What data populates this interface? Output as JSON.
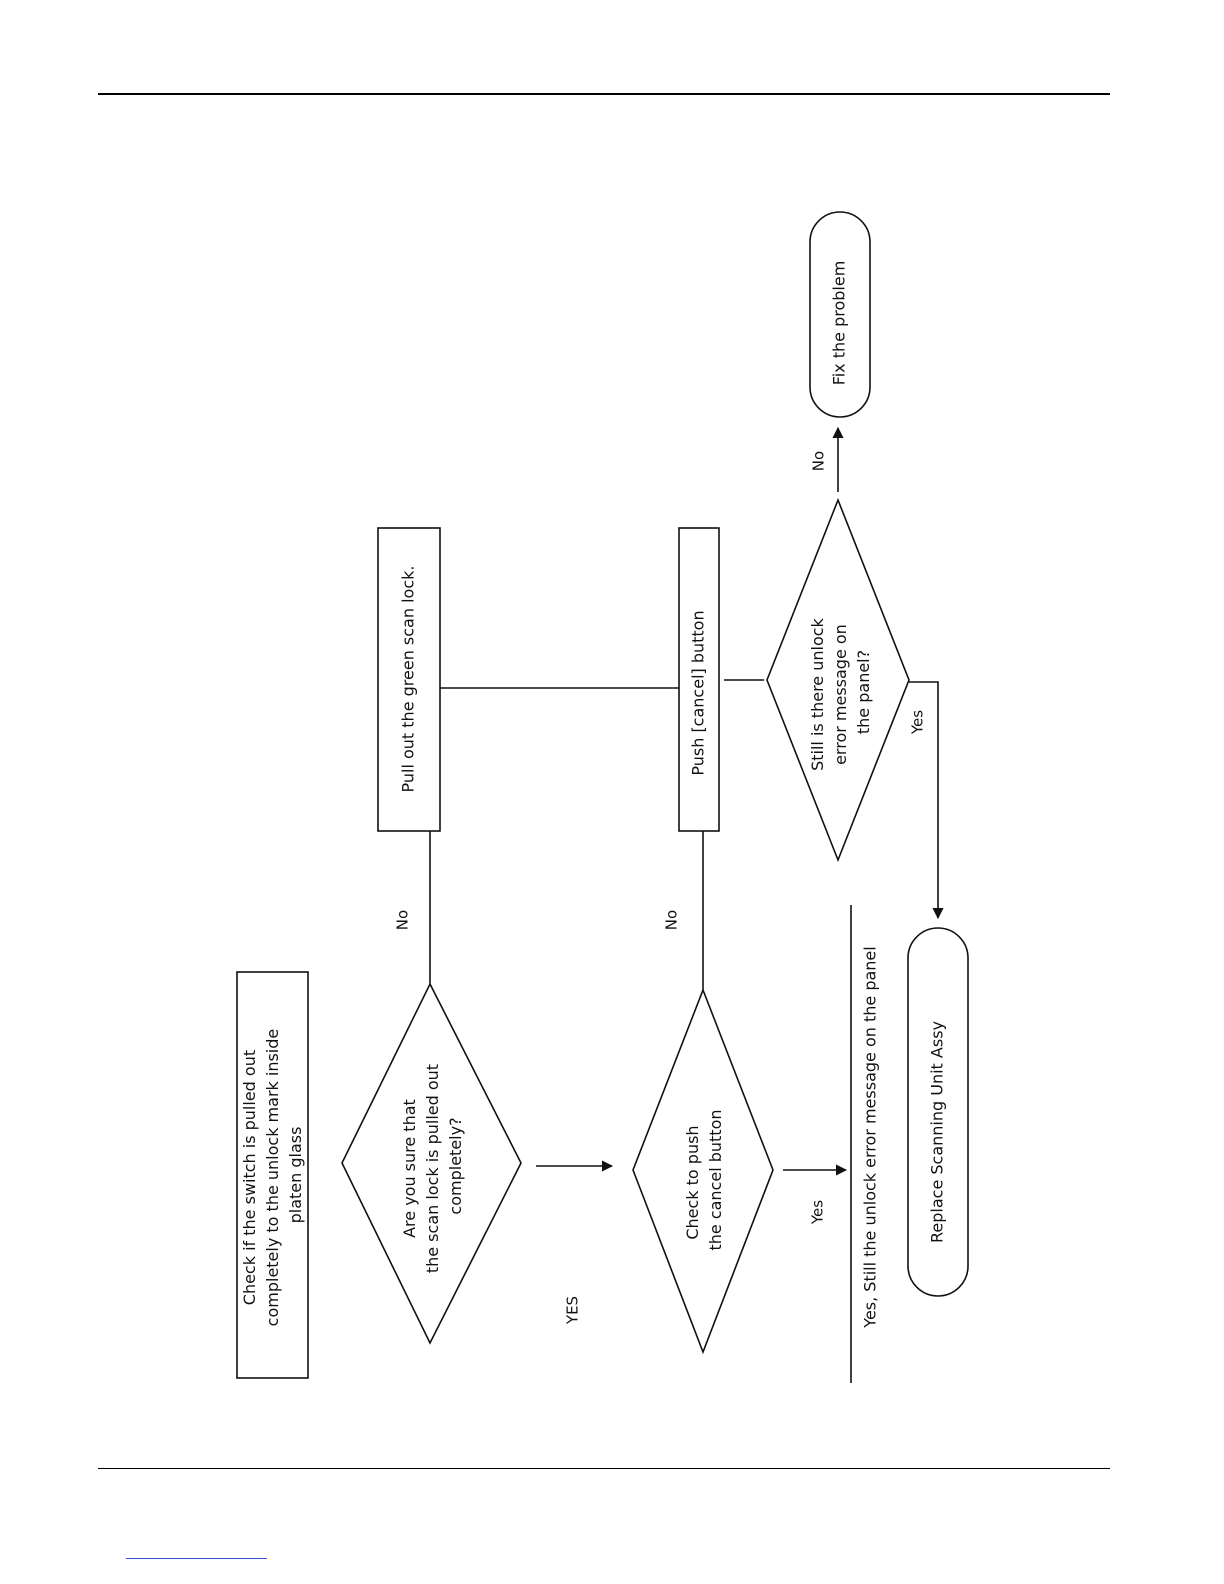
{
  "nodes": {
    "check_switch": [
      "Check if the switch is pulled out",
      "completely to the unlock mark inside",
      "platen glass"
    ],
    "sure_lock": [
      "Are you sure that",
      "the scan lock is pulled out",
      "completely?"
    ],
    "pull_lock": "Pull out the green scan lock.",
    "check_push": [
      "Check to push",
      "the cancel button"
    ],
    "push_cancel": "Push [cancel] button",
    "still_error": [
      "Still is there unlock",
      "error message on",
      "the panel?"
    ],
    "fix_problem": "Fix the problem",
    "replace_unit": "Replace Scanning Unit Assy"
  },
  "labels": {
    "no_1": "No",
    "no_2": "No",
    "no_3": "No",
    "yes_main": "YES",
    "yes_push": "Yes",
    "yes_still": "Yes",
    "yes_still_msg": "Yes, Still the unlock error message on the panel"
  },
  "colors": {
    "stroke": "#111111",
    "text": "#111111",
    "link_underline": "#3a4fd0"
  }
}
